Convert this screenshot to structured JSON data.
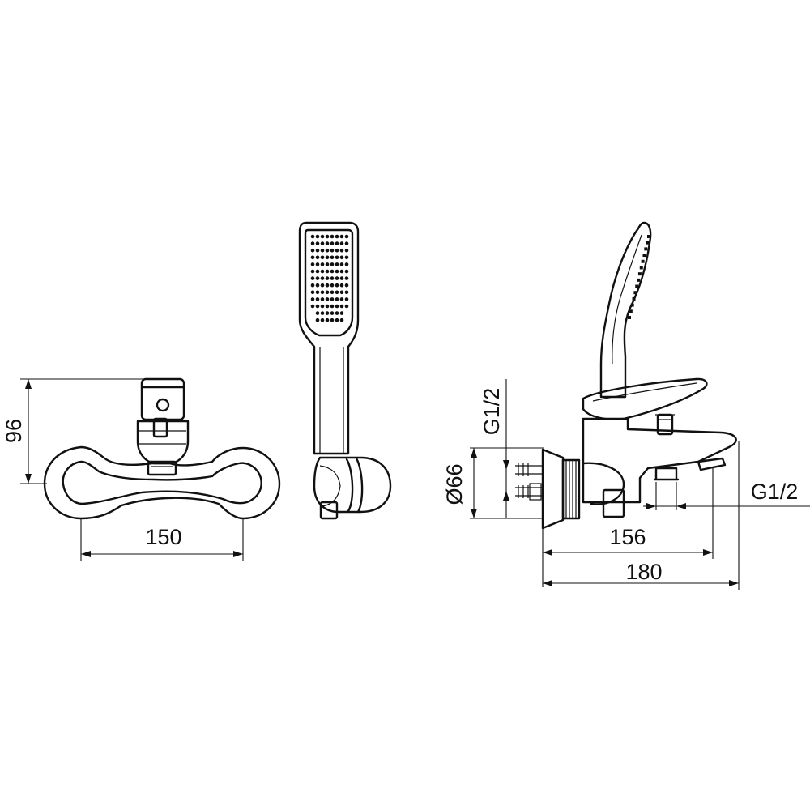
{
  "dimensions": {
    "height_96": "96",
    "width_150": "150",
    "diameter_66": "Ø66",
    "thread_left": "G1/2",
    "thread_right": "G1/2",
    "length_156": "156",
    "length_180": "180"
  },
  "colors": {
    "line": "#111111",
    "background": "#ffffff"
  },
  "icons": {
    "shower_head_face": "perforated-grid"
  }
}
